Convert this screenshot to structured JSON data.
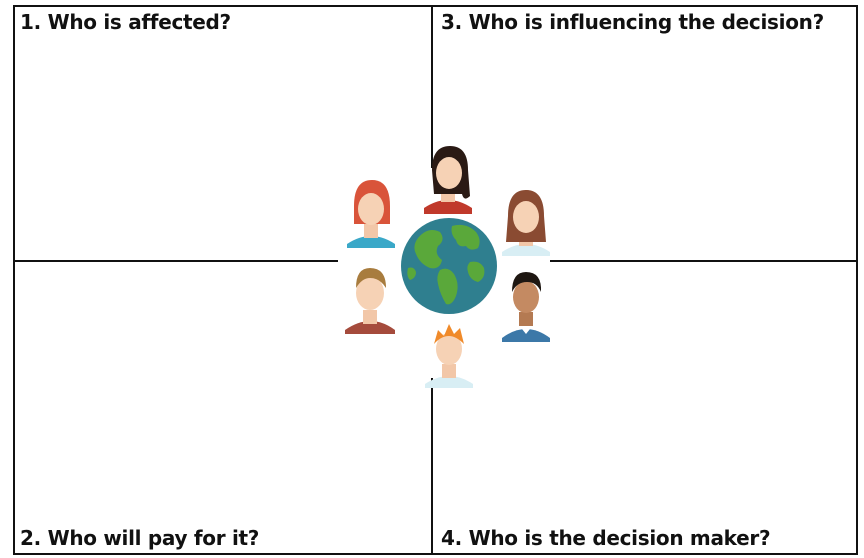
{
  "quadrants": {
    "q1": "1. Who is affected?",
    "q2": "2. Who will pay for it?",
    "q3": "3. Who is influencing the decision?",
    "q4": "4. Who is the decision maker?"
  },
  "illustration": {
    "center_icon": "globe-icon",
    "people_icons": [
      "woman-red-hair-icon",
      "woman-dark-hair-icon",
      "woman-brown-hair-icon",
      "man-blond-icon",
      "man-dark-hair-icon",
      "boy-orange-hair-icon"
    ]
  },
  "colors": {
    "border": "#111111",
    "ocean": "#2f7f8f",
    "land": "#5aa83a"
  }
}
